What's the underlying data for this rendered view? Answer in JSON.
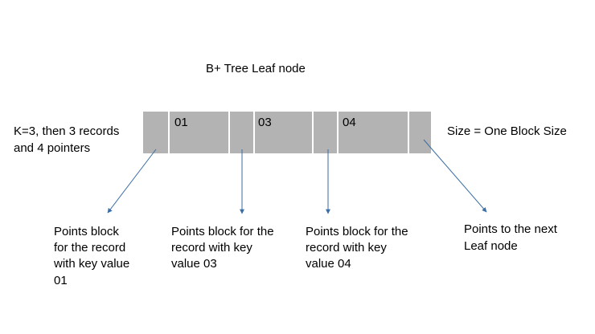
{
  "title": "B+ Tree Leaf node",
  "left_note": [
    "K=3, then 3 records",
    "and 4 pointers"
  ],
  "right_note": "Size = One Block Size",
  "node": {
    "keys": [
      "01",
      "03",
      "04"
    ]
  },
  "annotations": [
    [
      "Points block",
      "for the record",
      "with key value",
      "01"
    ],
    [
      "Points block for the",
      "record with key",
      "value 03"
    ],
    [
      "Points block for the",
      "record with key",
      "value 04"
    ],
    [
      "Points to the next",
      "Leaf node"
    ]
  ],
  "colors": {
    "node_fill": "#b3b3b3",
    "divider": "#ffffff",
    "arrow": "#3a6ea5",
    "text": "#000000"
  }
}
